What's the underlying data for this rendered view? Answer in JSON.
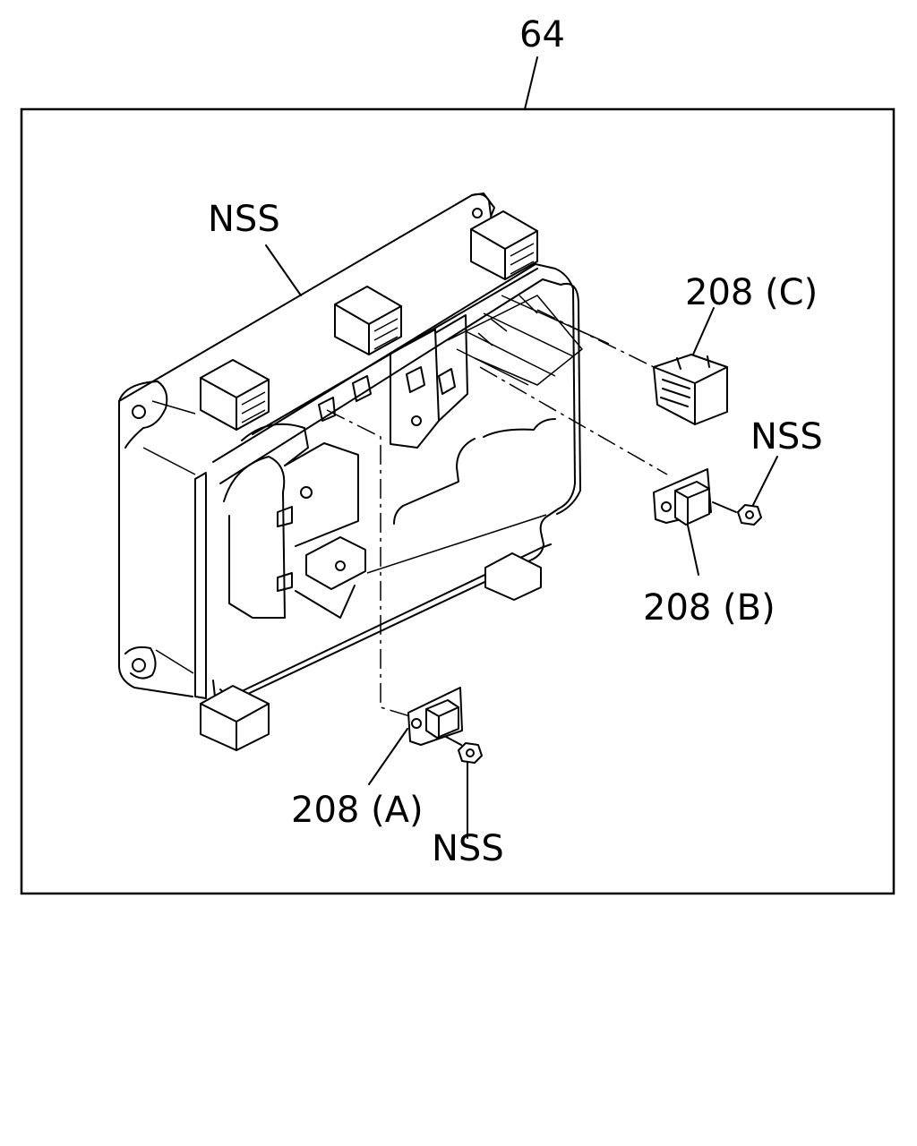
{
  "labels": {
    "assembly": "64",
    "nss_top": "NSS",
    "part_c": "208 (C)",
    "nss_right": "NSS",
    "part_b": "208 (B)",
    "part_a": "208 (A)",
    "nss_bottom": "NSS"
  }
}
